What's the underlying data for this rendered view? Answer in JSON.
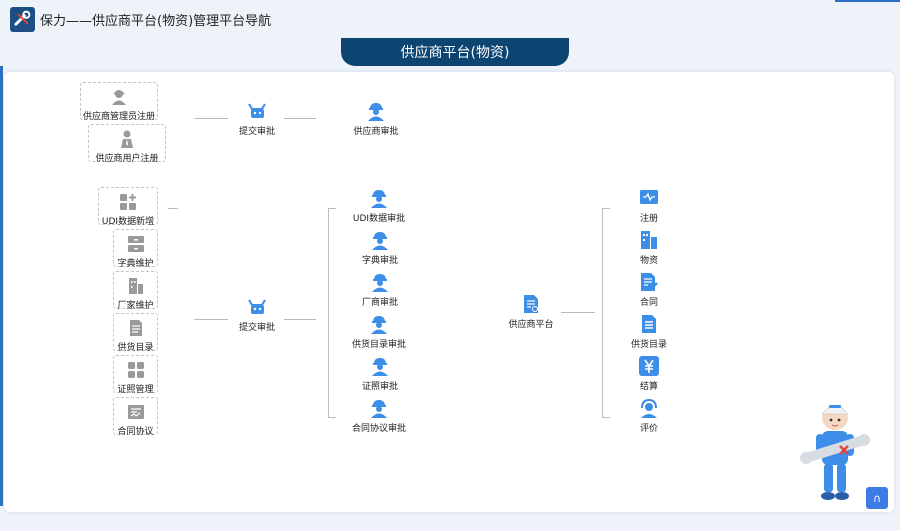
{
  "window": {
    "title": "保力——供应商平台(物资)管理平台导航",
    "center_tab": "供应商平台(物资)"
  },
  "top_flow": {
    "sources": [
      {
        "label": "供应商管理员注册",
        "icon": "user-admin-icon"
      },
      {
        "label": "供应商用户注册",
        "icon": "user-tie-icon"
      }
    ],
    "submit": {
      "label": "提交审批",
      "icon": "submit-cow-icon"
    },
    "approval": {
      "label": "供应商审批",
      "icon": "worker-helmet-icon"
    }
  },
  "bottom_flow": {
    "sources": [
      {
        "label": "UDI数据新增",
        "icon": "grid-plus-icon"
      },
      {
        "label": "字典维护",
        "icon": "cabinet-icon"
      },
      {
        "label": "厂家维护",
        "icon": "factory-icon"
      },
      {
        "label": "供货目录",
        "icon": "document-icon"
      },
      {
        "label": "证照管理",
        "icon": "apps-grid-icon"
      },
      {
        "label": "合同协议",
        "icon": "contract-icon"
      }
    ],
    "submit": {
      "label": "提交审批",
      "icon": "submit-cow-icon"
    },
    "approvals": [
      {
        "label": "UDI数据审批",
        "icon": "worker-helmet-icon"
      },
      {
        "label": "字典审批",
        "icon": "worker-helmet-icon"
      },
      {
        "label": "厂商审批",
        "icon": "worker-helmet-icon"
      },
      {
        "label": "供货目录审批",
        "icon": "worker-helmet-icon"
      },
      {
        "label": "证照审批",
        "icon": "worker-helmet-icon"
      },
      {
        "label": "合同协议审批",
        "icon": "worker-helmet-icon"
      }
    ],
    "platform": {
      "label": "供应商平台",
      "icon": "platform-doc-icon"
    },
    "outputs": [
      {
        "label": "注册",
        "icon": "monitor-icon"
      },
      {
        "label": "物资",
        "icon": "building-icon"
      },
      {
        "label": "合同",
        "icon": "doc-edit-icon"
      },
      {
        "label": "供货目录",
        "icon": "list-doc-icon"
      },
      {
        "label": "结算",
        "icon": "yen-icon"
      },
      {
        "label": "评价",
        "icon": "headset-icon"
      }
    ]
  },
  "colors": {
    "accent": "#2d6fc4",
    "tab_bg": "#0c4472",
    "icon_blue": "#3d8ee8",
    "icon_gray": "#9a9a9a"
  },
  "scroll_button": {
    "label": "∩"
  }
}
